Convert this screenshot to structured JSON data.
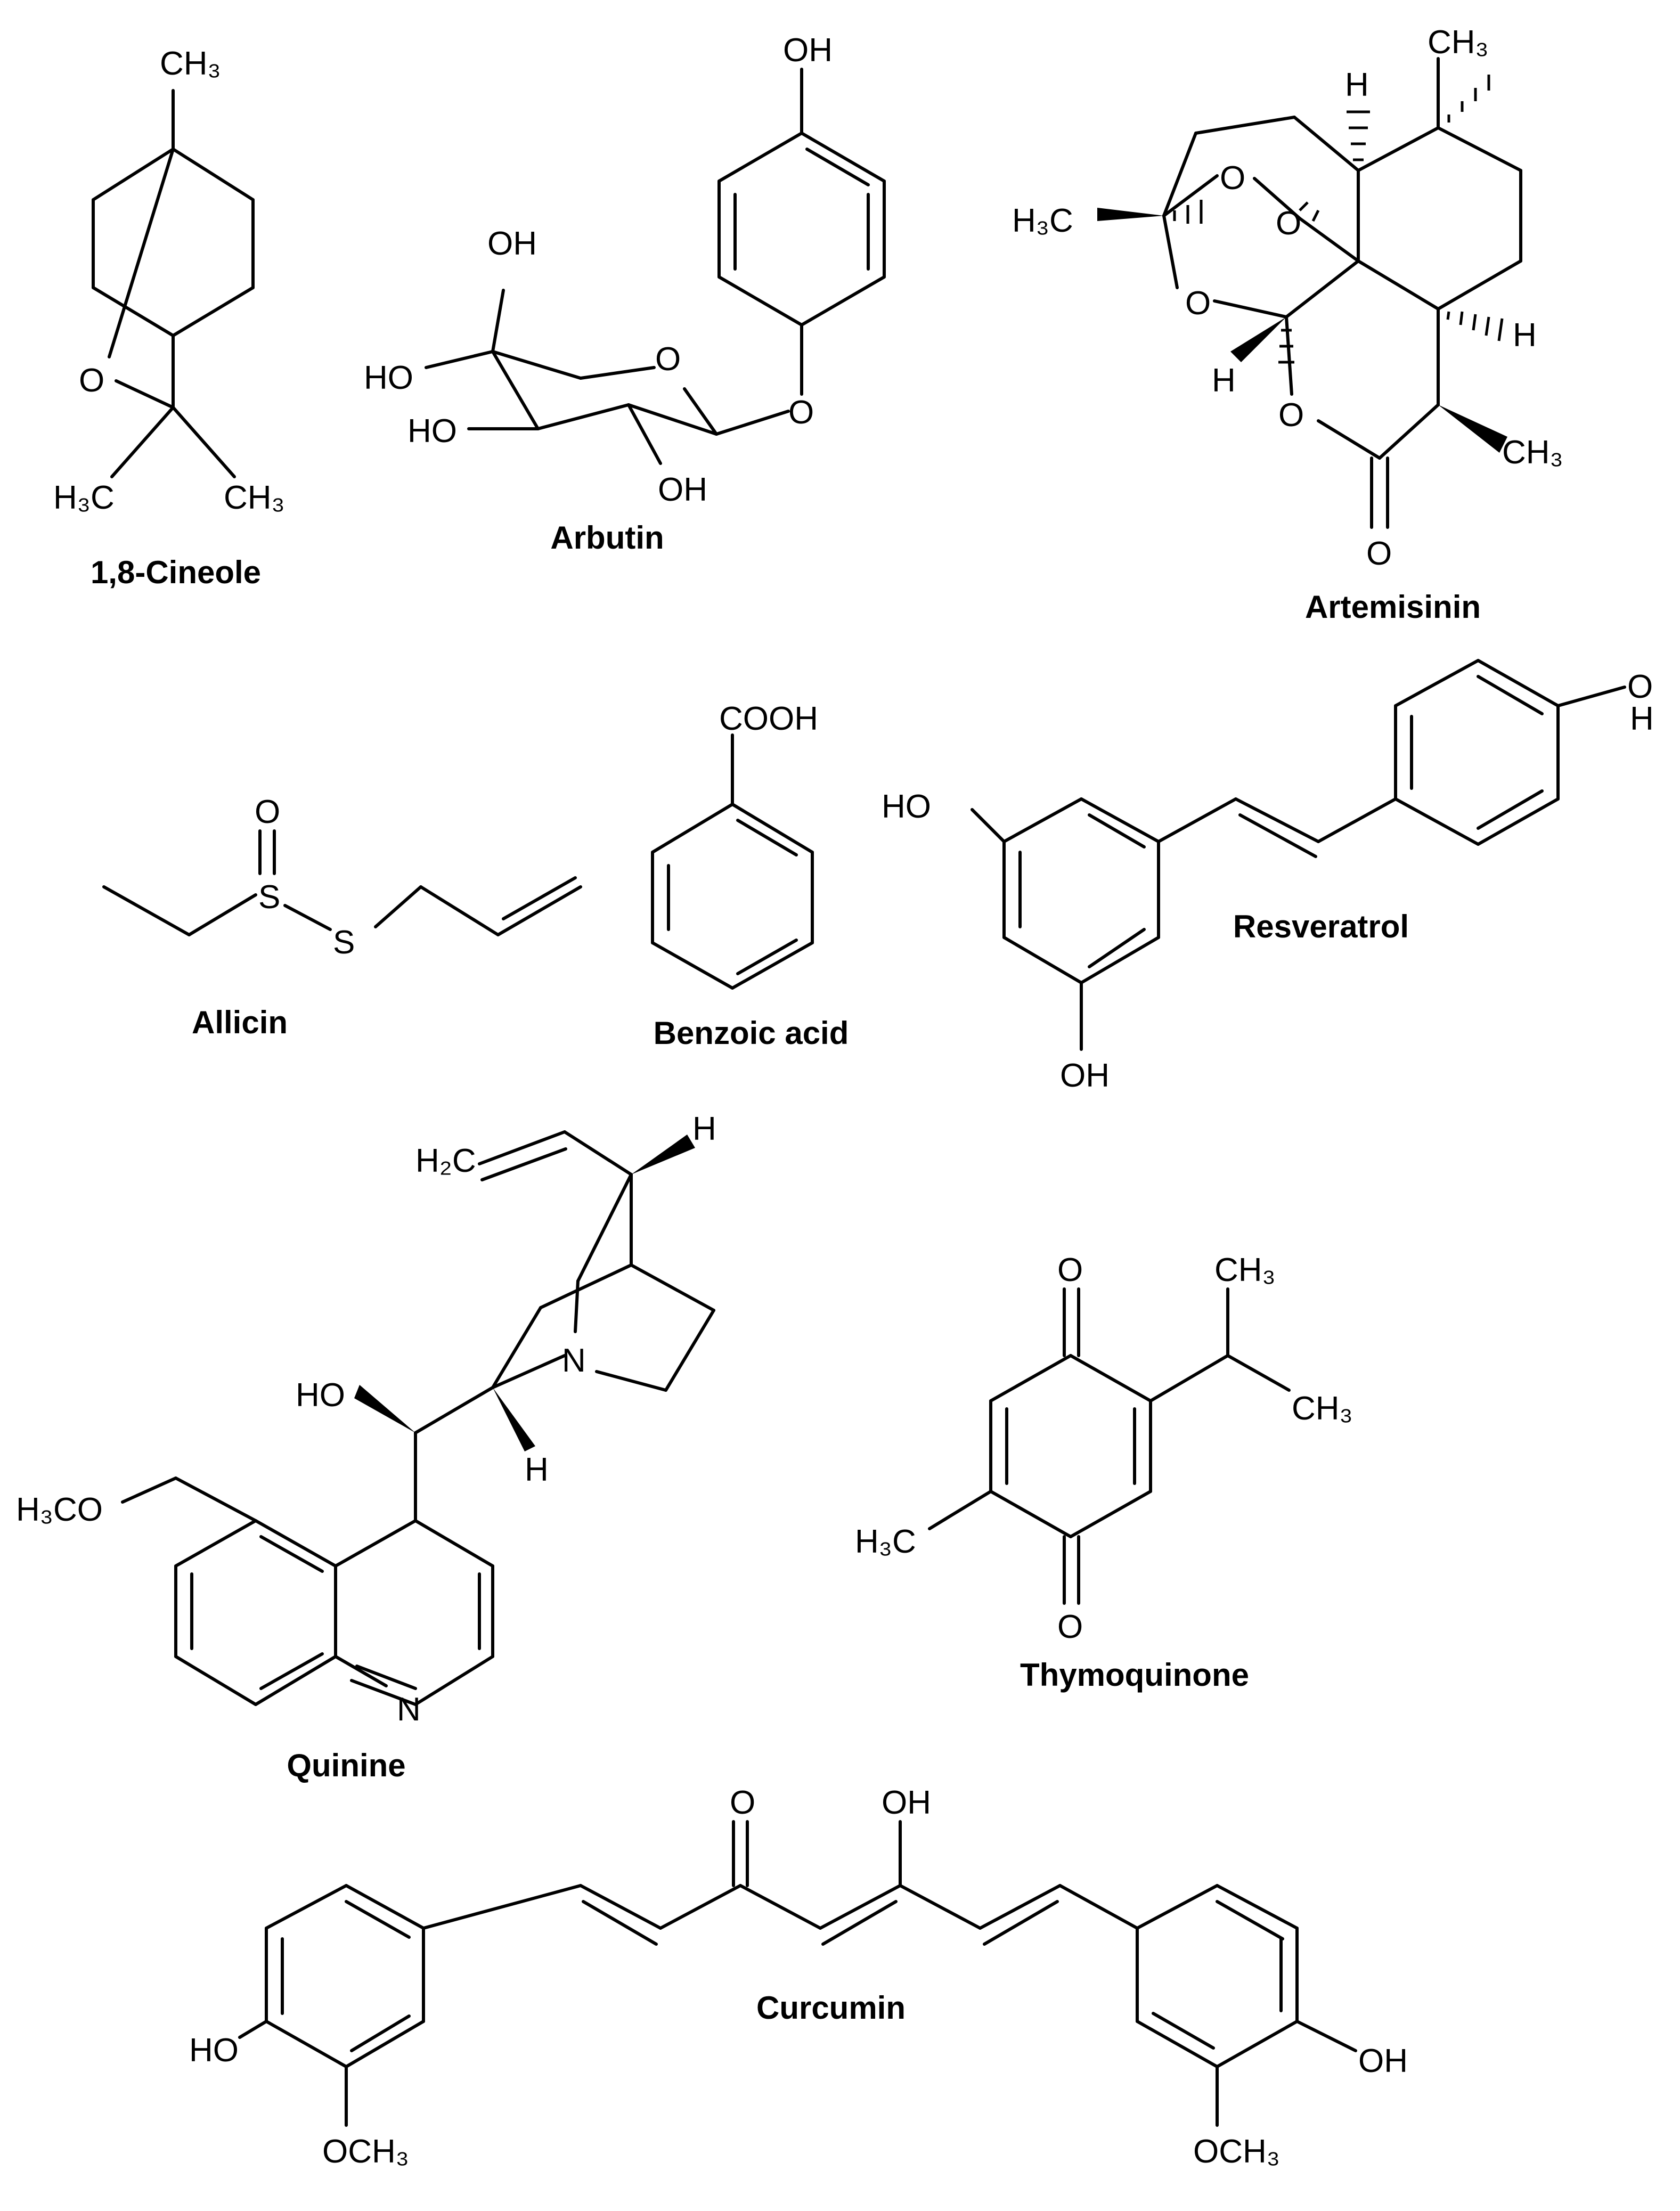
{
  "compounds": [
    {
      "id": "cineole",
      "name": "1,8-Cineole",
      "labels": {
        "ch3_top": "CH₃",
        "o": "O",
        "ch3_left": "H₃C",
        "ch3_right": "CH₃"
      }
    },
    {
      "id": "arbutin",
      "name": "Arbutin",
      "labels": {
        "oh_top": "OH",
        "oh_ch2": "OH",
        "ho_1": "HO",
        "ho_2": "HO",
        "oh_bottom": "OH",
        "o_ring": "O",
        "o_link": "O"
      }
    },
    {
      "id": "artemisinin",
      "name": "Artemisinin",
      "labels": {
        "ch3_top": "CH₃",
        "h_top": "H",
        "o1": "O",
        "o2": "O",
        "h3c": "H₃C",
        "o3": "O",
        "h_right": "H",
        "h_left": "H",
        "o4": "O",
        "ch3_bottom": "CH₃",
        "o_carbonyl": "O"
      }
    },
    {
      "id": "allicin",
      "name": "Allicin",
      "labels": {
        "o": "O",
        "s1": "S",
        "s2": "S"
      }
    },
    {
      "id": "benzoic",
      "name": "Benzoic acid",
      "labels": {
        "cooh": "COOH"
      }
    },
    {
      "id": "resveratrol",
      "name": "Resveratrol",
      "labels": {
        "ho": "HO",
        "oh_bottom": "OH",
        "o_right": "O",
        "h_right": "H"
      }
    },
    {
      "id": "quinine",
      "name": "Quinine",
      "labels": {
        "h2c": "H₂C",
        "h_top": "H",
        "n_bridge": "N",
        "ho": "HO",
        "h_bottom": "H",
        "h3co": "H₃CO",
        "n_ring": "N"
      }
    },
    {
      "id": "thymoquinone",
      "name": "Thymoquinone",
      "labels": {
        "o_top": "O",
        "ch3_top": "CH₃",
        "ch3_right": "CH₃",
        "h3c": "H₃C",
        "o_bottom": "O"
      }
    },
    {
      "id": "curcumin",
      "name": "Curcumin",
      "labels": {
        "o_keto": "O",
        "oh_enol": "OH",
        "ho_left": "HO",
        "och3_left": "OCH₃",
        "oh_right": "OH",
        "och3_right": "OCH₃"
      }
    }
  ]
}
